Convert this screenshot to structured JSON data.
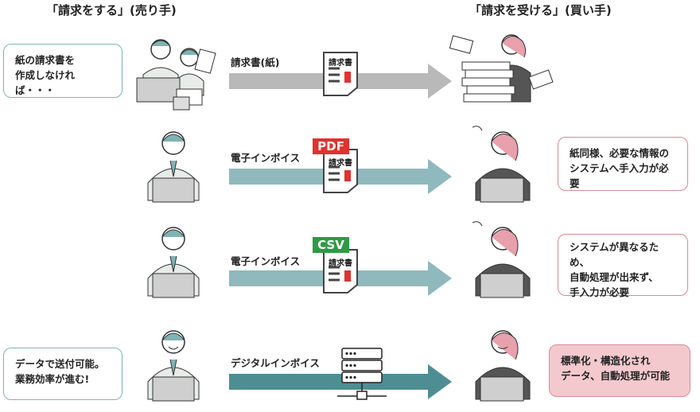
{
  "headers": {
    "seller": "「請求をする」(売り手)",
    "buyer": "「請求を受ける」(買い手)"
  },
  "rows": [
    {
      "label": "請求書(紙)",
      "doc_text": "請求書",
      "seller_note": [
        "紙の請求書を",
        "作成しなければ・・・"
      ],
      "arrow_color": "#b9b9b9"
    },
    {
      "label": "電子インボイス",
      "doc_text": "請求書",
      "badge": "PDF",
      "badge_color": "#e0322e",
      "buyer_note": [
        "紙同様、必要な情報の",
        "システムへ手入力が必要"
      ],
      "arrow_color": "#8fb9bd"
    },
    {
      "label": "電子インボイス",
      "doc_text": "請求書",
      "badge": "CSV",
      "badge_color": "#2f9a45",
      "buyer_note": [
        "システムが異なるため、",
        "自動処理が出来ず、",
        "手入力が必要"
      ],
      "arrow_color": "#8fb9bd"
    },
    {
      "label": "デジタルインボイス",
      "seller_note": [
        "データで送付可能。",
        "業務効率が進む!"
      ],
      "buyer_note": [
        "標準化・構造化され",
        "データ、自動処理が可能"
      ],
      "arrow_color": "#4e8e93"
    }
  ]
}
